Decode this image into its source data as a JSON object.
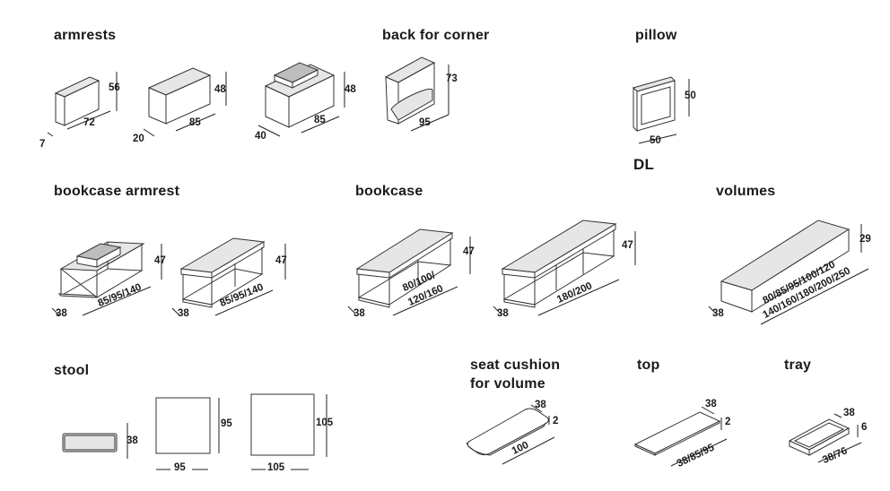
{
  "sections": {
    "armrests": "armrests",
    "back_for_corner": "back for corner",
    "pillow": "pillow",
    "pillow_note": "DL",
    "bookcase_armrest": "bookcase armrest",
    "bookcase": "bookcase",
    "volumes": "volumes",
    "stool": "stool",
    "seat_cushion_line1": "seat cushion",
    "seat_cushion_line2": "for volume",
    "top": "top",
    "tray": "tray"
  },
  "dimensions": {
    "armrest1": {
      "height": "56",
      "width": "72",
      "depth": "7"
    },
    "armrest2": {
      "height": "48",
      "width": "85",
      "depth": "20"
    },
    "armrest3": {
      "height": "48",
      "width": "85",
      "depth": "40"
    },
    "back_corner": {
      "height": "73",
      "width": "95"
    },
    "pillow": {
      "height": "50",
      "width": "50"
    },
    "bookcase_armrest1": {
      "height": "47",
      "width": "85/95/140",
      "depth": "38"
    },
    "bookcase_armrest2": {
      "height": "47",
      "width": "85/95/140",
      "depth": "38"
    },
    "bookcase1": {
      "height": "47",
      "width_line1": "80/100/",
      "width_line2": "120/160",
      "depth": "38"
    },
    "bookcase2": {
      "height": "47",
      "width": "180/200",
      "depth": "38"
    },
    "volumes": {
      "height": "29",
      "width_line1": "80/85/95/100/120",
      "width_line2": "140/160/180/200/250",
      "depth": "38"
    },
    "stool1": {
      "height": "38"
    },
    "stool2": {
      "side": "95",
      "width": "95"
    },
    "stool3": {
      "side": "105",
      "width": "105"
    },
    "seat_cushion": {
      "depth": "38",
      "height": "2",
      "width": "100"
    },
    "top": {
      "depth": "38",
      "height": "2",
      "width": "38/85/95"
    },
    "tray": {
      "depth": "38",
      "height": "6",
      "width": "38/76"
    }
  }
}
